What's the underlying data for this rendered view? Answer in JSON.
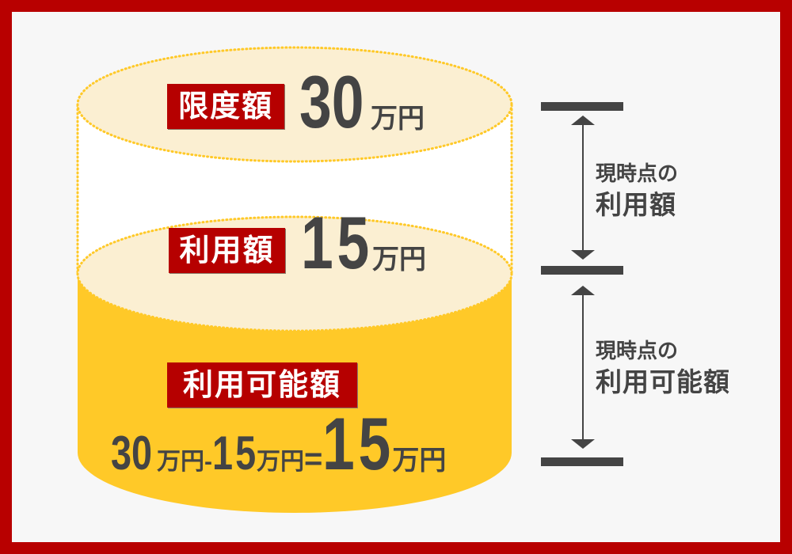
{
  "colors": {
    "frame": "#B80000",
    "background": "#F7F7F7",
    "ellipse_fill": "#FBEFD2",
    "dotted_outline": "#FFC928",
    "available_fill": "#FFC928",
    "badge": "#B60000",
    "text": "#444444"
  },
  "limit": {
    "label": "限度額",
    "value": "30",
    "unit": "万円"
  },
  "used": {
    "label": "利用額",
    "value": "15",
    "unit": "万円"
  },
  "available": {
    "label": "利用可能額",
    "formula": {
      "a_value": "30",
      "a_unit": "万円",
      "minus": "-",
      "b_value": "15",
      "b_unit": "万円",
      "equals": "=",
      "result_value": "15",
      "result_unit": "万円"
    }
  },
  "annotations": {
    "used_now": {
      "line1": "現時点の",
      "line2": "利用額"
    },
    "available_now": {
      "line1": "現時点の",
      "line2": "利用可能額"
    }
  }
}
